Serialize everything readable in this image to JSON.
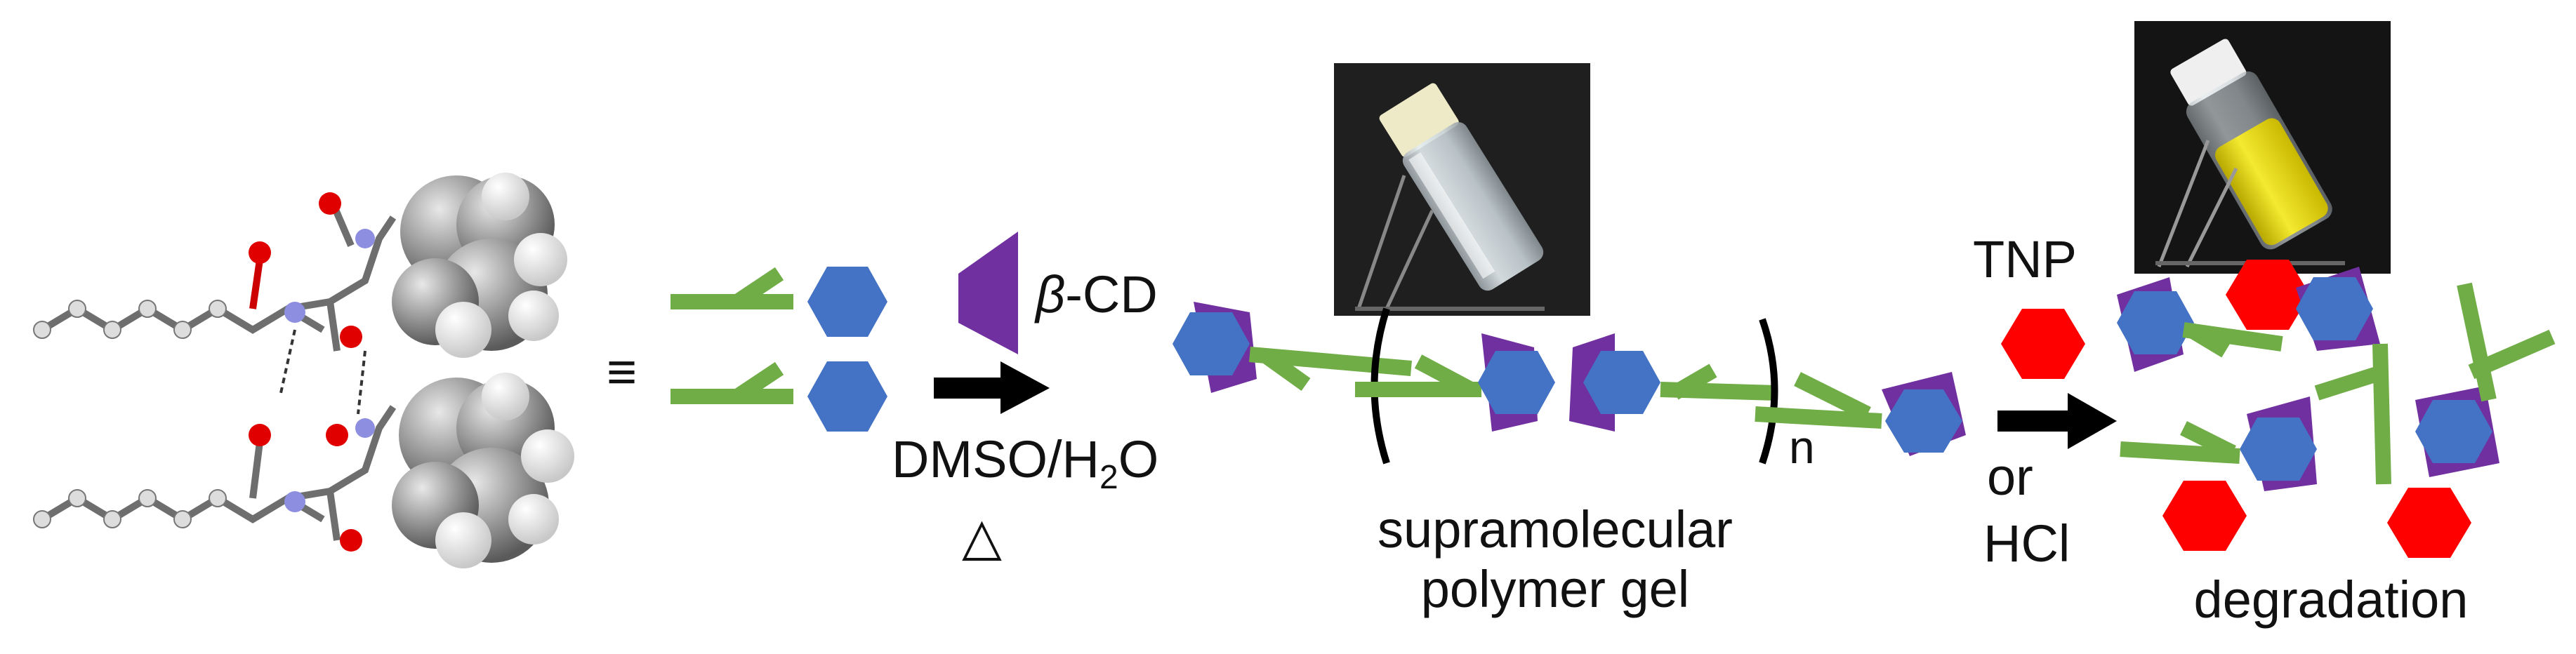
{
  "labels": {
    "equiv": "≡",
    "cd_symbol": "β",
    "cd_suffix": "-CD",
    "solvent_main": "DMSO/H",
    "solvent_sub": "2",
    "solvent_end": "O",
    "heat": "△",
    "polymer_line1": "supramolecular",
    "polymer_line2": "polymer gel",
    "repeat_n": "n",
    "tnp": "TNP",
    "or": "or",
    "hcl": "HCl",
    "degradation": "degradation"
  },
  "colors": {
    "guest_hexagon": "#4472C4",
    "cyclodextrin": "#7030A0",
    "tnp_hexagon": "#FF0000",
    "chain": "#70AD47",
    "arrow": "#000000"
  },
  "icons": [
    "molecular-model",
    "vial-photo-clear-gel",
    "vial-photo-yellow-solution"
  ]
}
